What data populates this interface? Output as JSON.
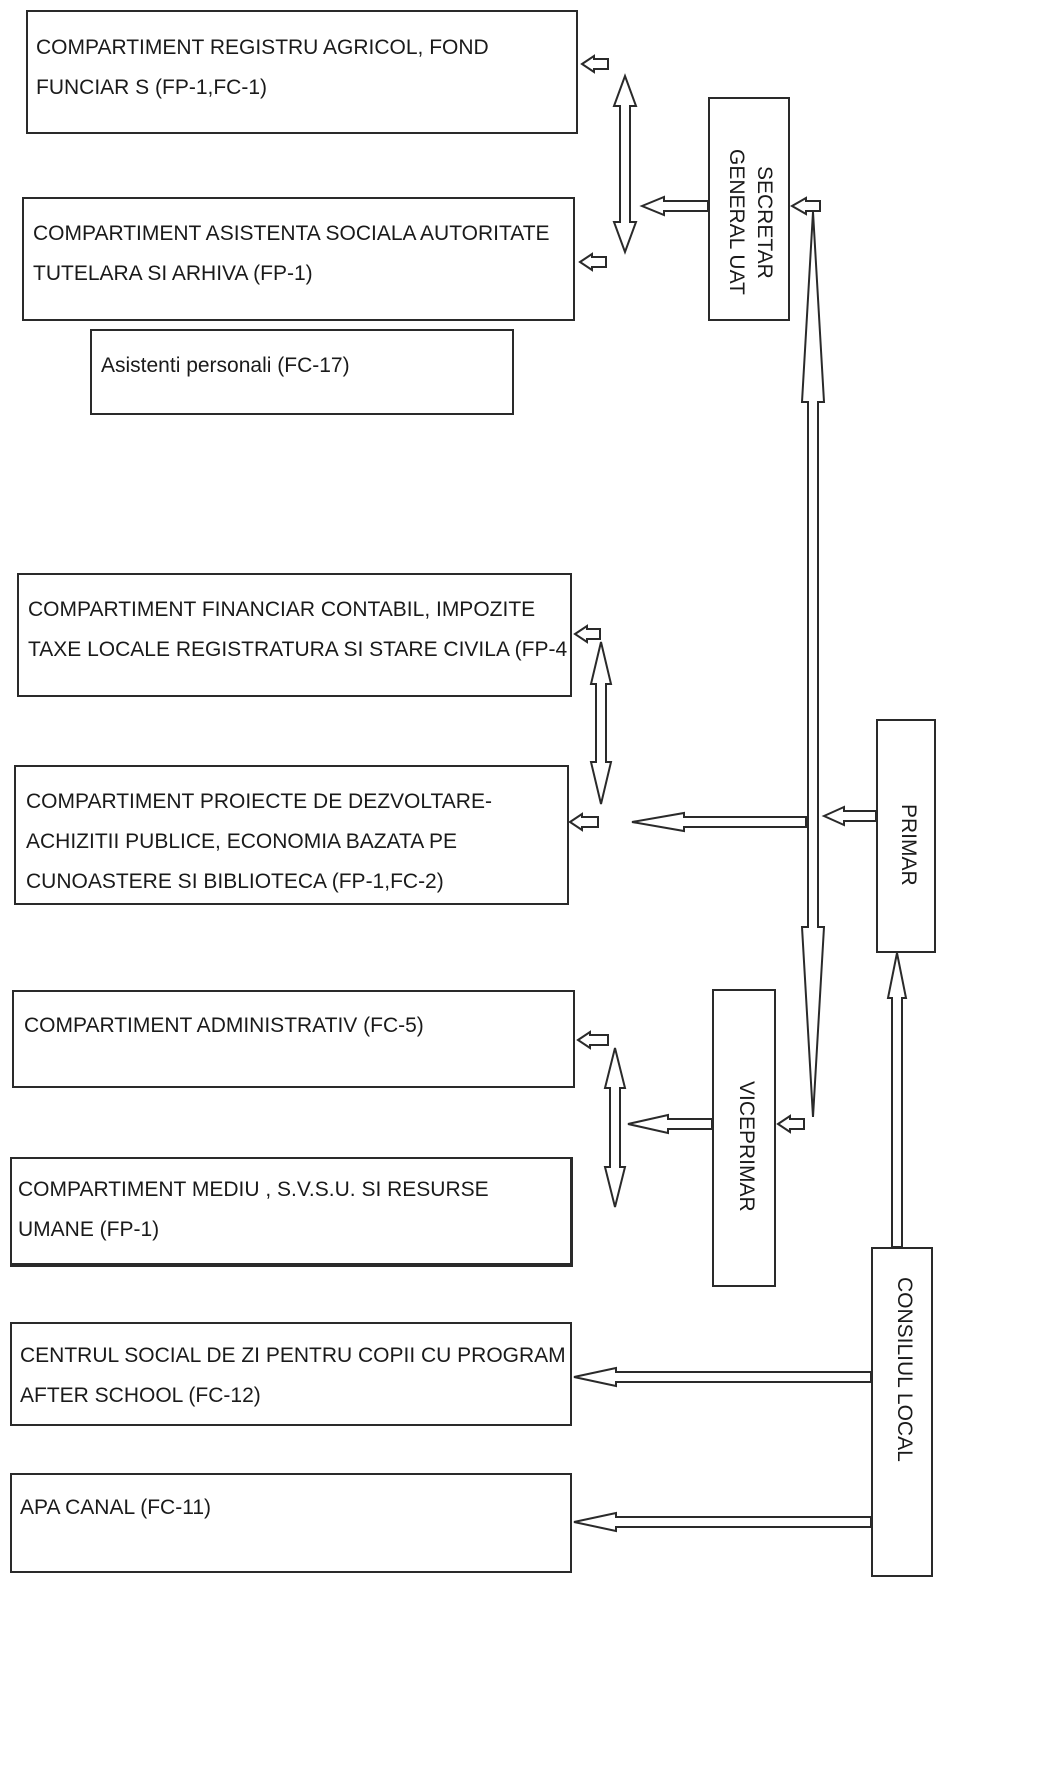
{
  "boxes": {
    "registru_agricol": "COMPARTIMENT REGISTRU AGRICOL, FOND\nFUNCIAR S (FP-1,FC-1)",
    "asistenta_sociala": "COMPARTIMENT ASISTENTA SOCIALA  AUTORITATE\nTUTELARA  SI ARHIVA (FP-1)",
    "asistenti_personali": "Asistenti personali (FC-17)",
    "financiar_contabil": "COMPARTIMENT FINANCIAR CONTABIL, IMPOZITE\nTAXE LOCALE  REGISTRATURA SI STARE CIVILA (FP-4",
    "proiecte_dezvoltare": "COMPARTIMENT PROIECTE DE DEZVOLTARE-\nACHIZITII PUBLICE, ECONOMIA BAZATA PE\nCUNOASTERE SI BIBLIOTECA (FP-1,FC-2)",
    "administrativ": "COMPARTIMENT ADMINISTRATIV (FC-5)",
    "mediu_svsu": "COMPARTIMENT MEDIU , S.V.S.U. SI RESURSE\nUMANE (FP-1)",
    "centrul_social": "CENTRUL SOCIAL DE ZI PENTRU COPII CU PROGRAM\nAFTER SCHOOL (FC-12)",
    "apa_canal": "APA CANAL (FC-11)"
  },
  "roles": {
    "secretar": "SECRETAR\nGENERAL UAT",
    "primar": "PRIMAR",
    "viceprimar": "VICEPRIMAR",
    "consiliul_local": "CONSILIUL LOCAL"
  },
  "colors": {
    "line": "#2a2a2a",
    "background": "#ffffff"
  }
}
